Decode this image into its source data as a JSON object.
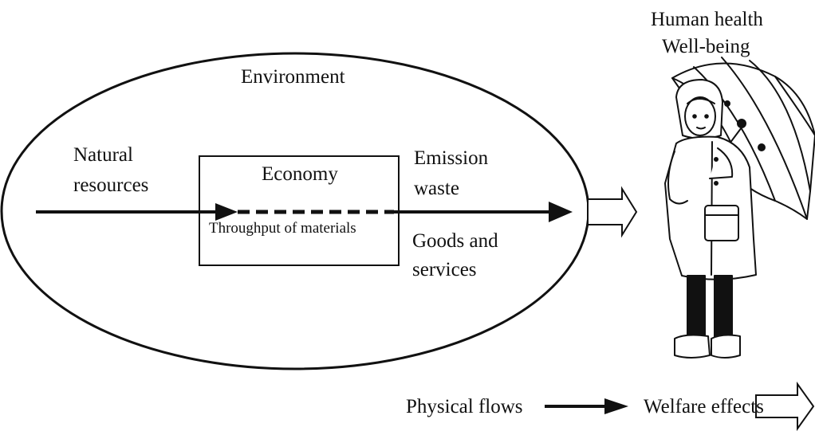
{
  "labels": {
    "environment": "Environment",
    "natural_resources": [
      "Natural",
      "resources"
    ],
    "economy": "Economy",
    "throughput": "Throughput of materials",
    "emission_waste": [
      "Emission",
      "waste"
    ],
    "goods_services": [
      "Goods and",
      "services"
    ],
    "human_health": [
      "Human health",
      "Well-being"
    ]
  },
  "legend": {
    "physical_flows": "Physical flows",
    "welfare_effects": "Welfare effects"
  },
  "icons": [
    "girl-with-umbrella-icon",
    "physical-flow-arrow-icon",
    "welfare-effect-arrow-icon"
  ],
  "colors": {
    "ink": "#111111",
    "background": "#ffffff"
  }
}
